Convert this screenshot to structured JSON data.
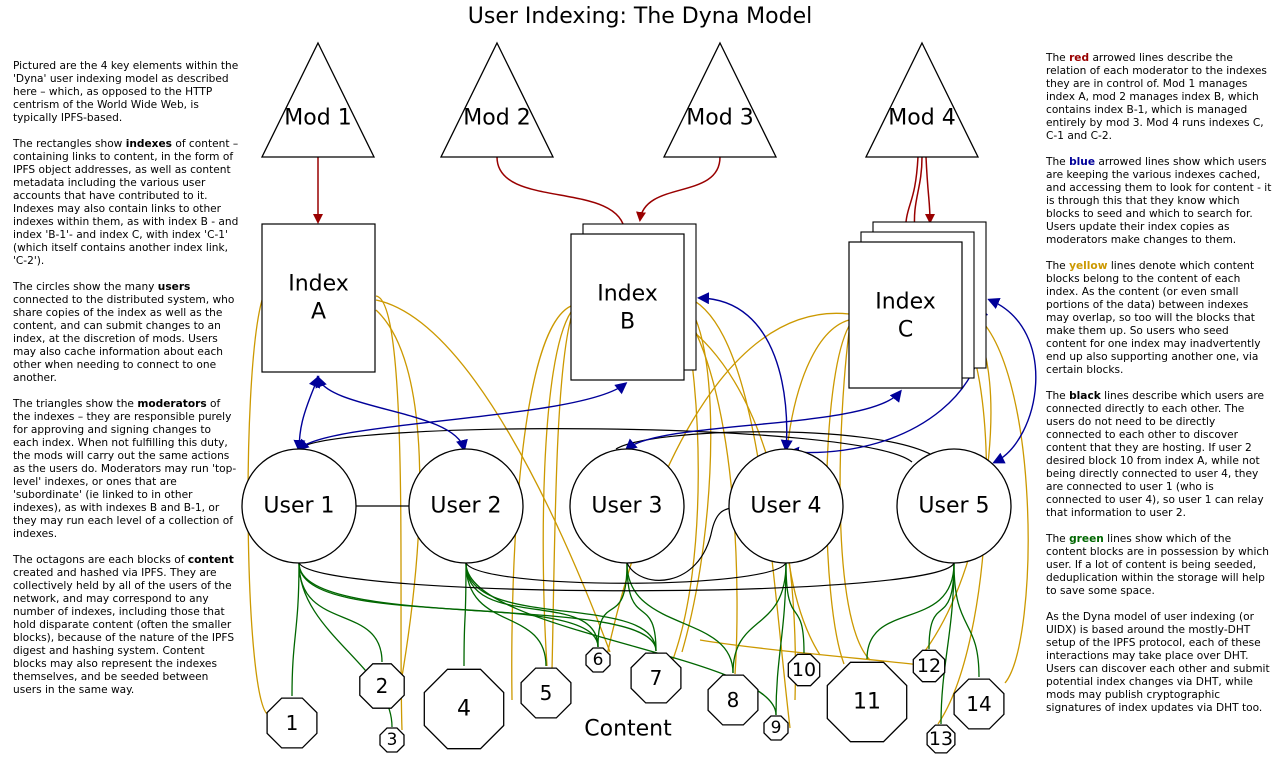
{
  "title": "User Indexing: The Dyna Model",
  "left_text": [
    [
      {
        "t": "Pictured are the 4 key elements within the 'Dyna' user indexing model as described here – which, as opposed to the HTTP centrism of the World Wide Web, is typically IPFS-based."
      }
    ],
    [
      {
        "t": "The rectangles show "
      },
      {
        "t": "indexes",
        "b": true
      },
      {
        "t": " of content – containing links to content, in the form of IPFS object addresses, as well as content metadata including the various user accounts that have contributed to it. Indexes may also contain links to other indexes within them, as with index B - and index 'B-1'- and index C, with index 'C-1' (which itself contains another index link, 'C-2')."
      }
    ],
    [
      {
        "t": "The circles show the many "
      },
      {
        "t": "users",
        "b": true
      },
      {
        "t": " connected to the distributed system, who share copies of the index as well as the content, and can submit changes to an index, at the discretion of mods. Users may also cache information about each other when needing to connect to one another."
      }
    ],
    [
      {
        "t": "The triangles show the "
      },
      {
        "t": "moderators",
        "b": true
      },
      {
        "t": " of the indexes – they are responsible purely for approving and signing changes to each index. When not fulfilling this duty, the mods will carry out the same actions as the users do. Moderators may run 'top-level' indexes, or ones that are 'subordinate' (ie linked to in other indexes), as with indexes B and B-1, or they may run each level of a collection of indexes."
      }
    ],
    [
      {
        "t": "The octagons are each blocks of "
      },
      {
        "t": "content",
        "b": true
      },
      {
        "t": " created and hashed via IPFS. They are collectively held by all of the users of the network, and may correspond to any number of indexes, including those that hold disparate content (often the smaller blocks), because of the nature of the IPFS digest and hashing system. Content blocks may also represent the indexes themselves, and be seeded between users in the same way."
      }
    ]
  ],
  "right_text": [
    [
      {
        "t": "The "
      },
      {
        "t": "red",
        "b": true,
        "c": "red"
      },
      {
        "t": " arrowed lines describe the relation of each moderator to the indexes they are in control of. Mod 1 manages index A, mod 2 manages index B, which contains index B-1, which is managed entirely by mod 3. Mod 4 runs indexes C, C-1 and C-2."
      }
    ],
    [
      {
        "t": "The "
      },
      {
        "t": "blue",
        "b": true,
        "c": "blue"
      },
      {
        "t": " arrowed lines show which users are keeping the various indexes cached, and accessing them to look for content - it is through this that they know which blocks to seed and which to search for. Users update their index copies as moderators make changes to them."
      }
    ],
    [
      {
        "t": "The "
      },
      {
        "t": "yellow",
        "b": true,
        "c": "yellow"
      },
      {
        "t": " lines denote which content blocks belong to the content of each index. As the content (or even small portions of the data) between indexes may overlap, so too will the blocks that make them up. So users who seed content for one index may inadvertently end up also supporting another one, via certain blocks."
      }
    ],
    [
      {
        "t": "The "
      },
      {
        "t": "black",
        "b": true
      },
      {
        "t": " lines describe which users are connected directly to each other. The users do not need to be directly connected to each other to discover content that they are hosting. If user 2 desired block 10 from index A, while not being directly connected to user 4, they are connected to user 1 (who is connected to user 4), so user 1 can relay that information to user 2."
      }
    ],
    [
      {
        "t": "The "
      },
      {
        "t": "green",
        "b": true,
        "c": "green"
      },
      {
        "t": " lines show which of the content blocks are in possession by which user. If a lot of content is being seeded, deduplication within the storage will help to save some space."
      }
    ],
    [
      {
        "t": "As the Dyna model of user indexing (or UIDX) is based around the mostly-DHT setup of the IPFS protocol, each of these interactions may take place over DHT. Users can discover each other and submit potential index changes via DHT, while mods may publish cryptographic signatures of index updates via DHT too."
      }
    ]
  ],
  "mods": [
    "Mod 1",
    "Mod 2",
    "Mod 3",
    "Mod 4"
  ],
  "indexes": [
    {
      "line1": "Index",
      "line2": "A"
    },
    {
      "line1": "Index",
      "line2": "B"
    },
    {
      "line1": "Index",
      "line2": "C"
    }
  ],
  "users": [
    "User 1",
    "User 2",
    "User 3",
    "User 4",
    "User 5"
  ],
  "blocks": [
    "1",
    "2",
    "3",
    "4",
    "5",
    "6",
    "7",
    "8",
    "9",
    "10",
    "11",
    "12",
    "13",
    "14"
  ],
  "content_label": "Content",
  "colors": {
    "red": "#990000",
    "blue": "#000099",
    "yellow": "#cc9900",
    "green": "#006600",
    "black": "#000000"
  }
}
